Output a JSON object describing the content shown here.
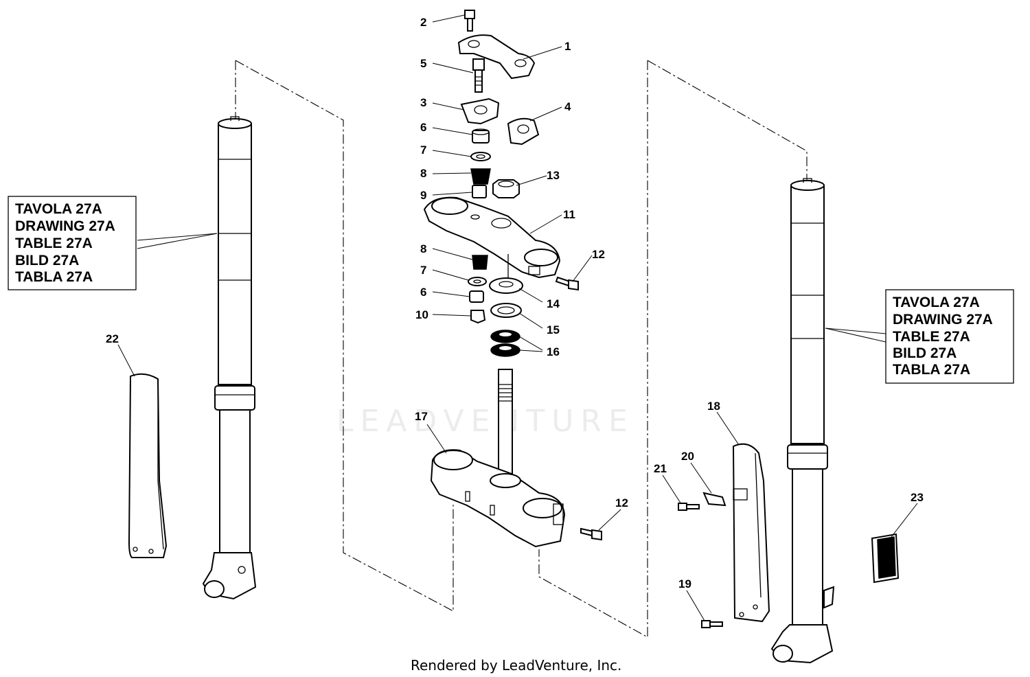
{
  "watermark": "LEADVENTURE",
  "footer": "Rendered by LeadVenture, Inc.",
  "references": [
    {
      "lines": [
        "TAVOLA 27A",
        "DRAWING 27A",
        "TABLE 27A",
        "BILD 27A",
        "TABLA 27A"
      ]
    },
    {
      "lines": [
        "TAVOLA 27A",
        "DRAWING 27A",
        "TABLE 27A",
        "BILD 27A",
        "TABLA 27A"
      ]
    }
  ],
  "callouts": {
    "c1": "1",
    "c2": "2",
    "c3": "3",
    "c4": "4",
    "c5": "5",
    "c6a": "6",
    "c7a": "7",
    "c8a": "8",
    "c9": "9",
    "c13": "13",
    "c11": "11",
    "c12a": "12",
    "c8b": "8",
    "c7b": "7",
    "c6b": "6",
    "c10": "10",
    "c14": "14",
    "c15": "15",
    "c16": "16",
    "c17": "17",
    "c12b": "12",
    "c18": "18",
    "c20": "20",
    "c21": "21",
    "c19": "19",
    "c22": "22",
    "c23": "23"
  }
}
